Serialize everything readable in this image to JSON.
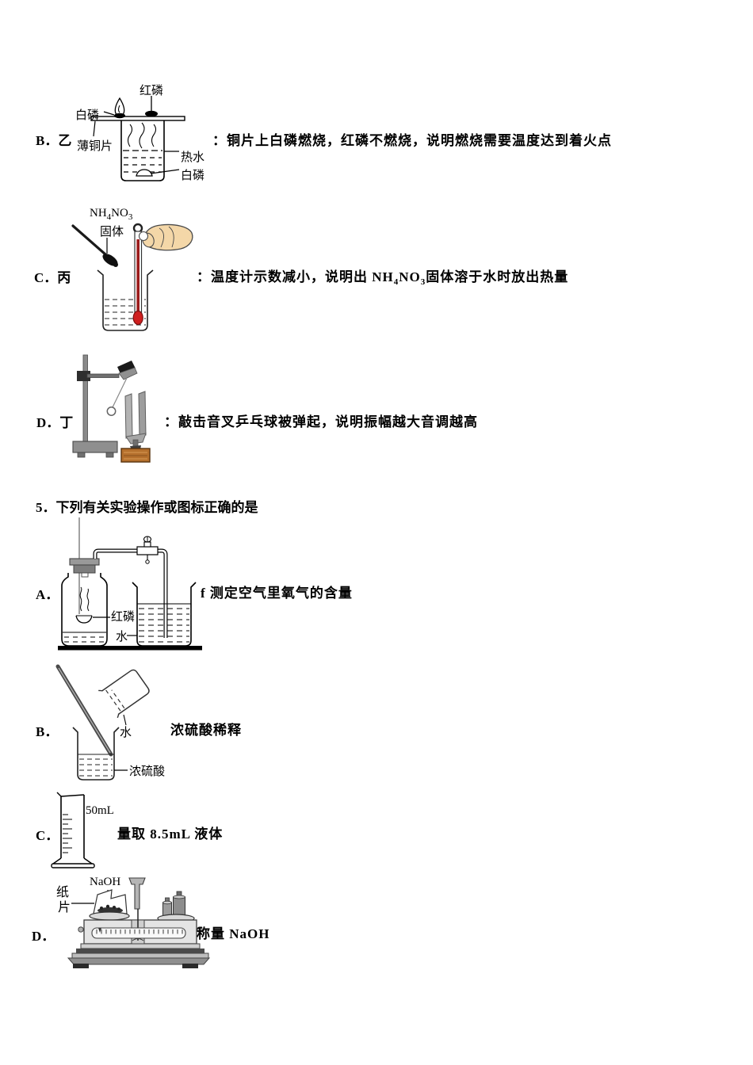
{
  "q4": {
    "optionB": {
      "letter": "B．乙",
      "desc": "：铜片上白磷燃烧，红磷不燃烧，说明燃烧需要温度达到着火点",
      "labels": {
        "red_phosphorus": "红磷",
        "white_phosphorus": "白磷",
        "thin_copper_sheet": "薄铜片",
        "hot_water": "热水",
        "white_phosphorus_bottom": "白磷"
      }
    },
    "optionC": {
      "letter": "C．丙",
      "desc_prefix": "：温度计示数减小，说明出 NH",
      "desc_sub1": "4",
      "desc_mid": "NO",
      "desc_sub2": "3",
      "desc_suffix": "固体溶于水时放出热量",
      "labels": {
        "formula_nh": "NH",
        "formula_sub4": "4",
        "formula_no": "NO",
        "formula_sub3": "3",
        "solid": "固体"
      }
    },
    "optionD": {
      "letter": "D．丁",
      "desc": "：敲击音叉乒乓球被弹起，说明振幅越大音调越高"
    }
  },
  "q5": {
    "title": "5．下列有关实验操作或图标正确的是",
    "optionA": {
      "letter": "A．",
      "desc": "f 测定空气里氧气的含量",
      "labels": {
        "red_phosphorus": "红磷",
        "water": "水"
      }
    },
    "optionB": {
      "letter": "B．",
      "desc": "浓硫酸稀释",
      "labels": {
        "water": "水",
        "concentrated_sulfuric_acid": "浓硫酸"
      }
    },
    "optionC": {
      "letter": "C．",
      "desc": "量取 8.5mL 液体",
      "labels": {
        "capacity": "50mL"
      }
    },
    "optionD": {
      "letter": "D．",
      "desc": "称量 NaOH",
      "labels": {
        "paper_char_top": "纸",
        "paper_char_bottom": "片",
        "naoh": "NaOH"
      }
    }
  }
}
